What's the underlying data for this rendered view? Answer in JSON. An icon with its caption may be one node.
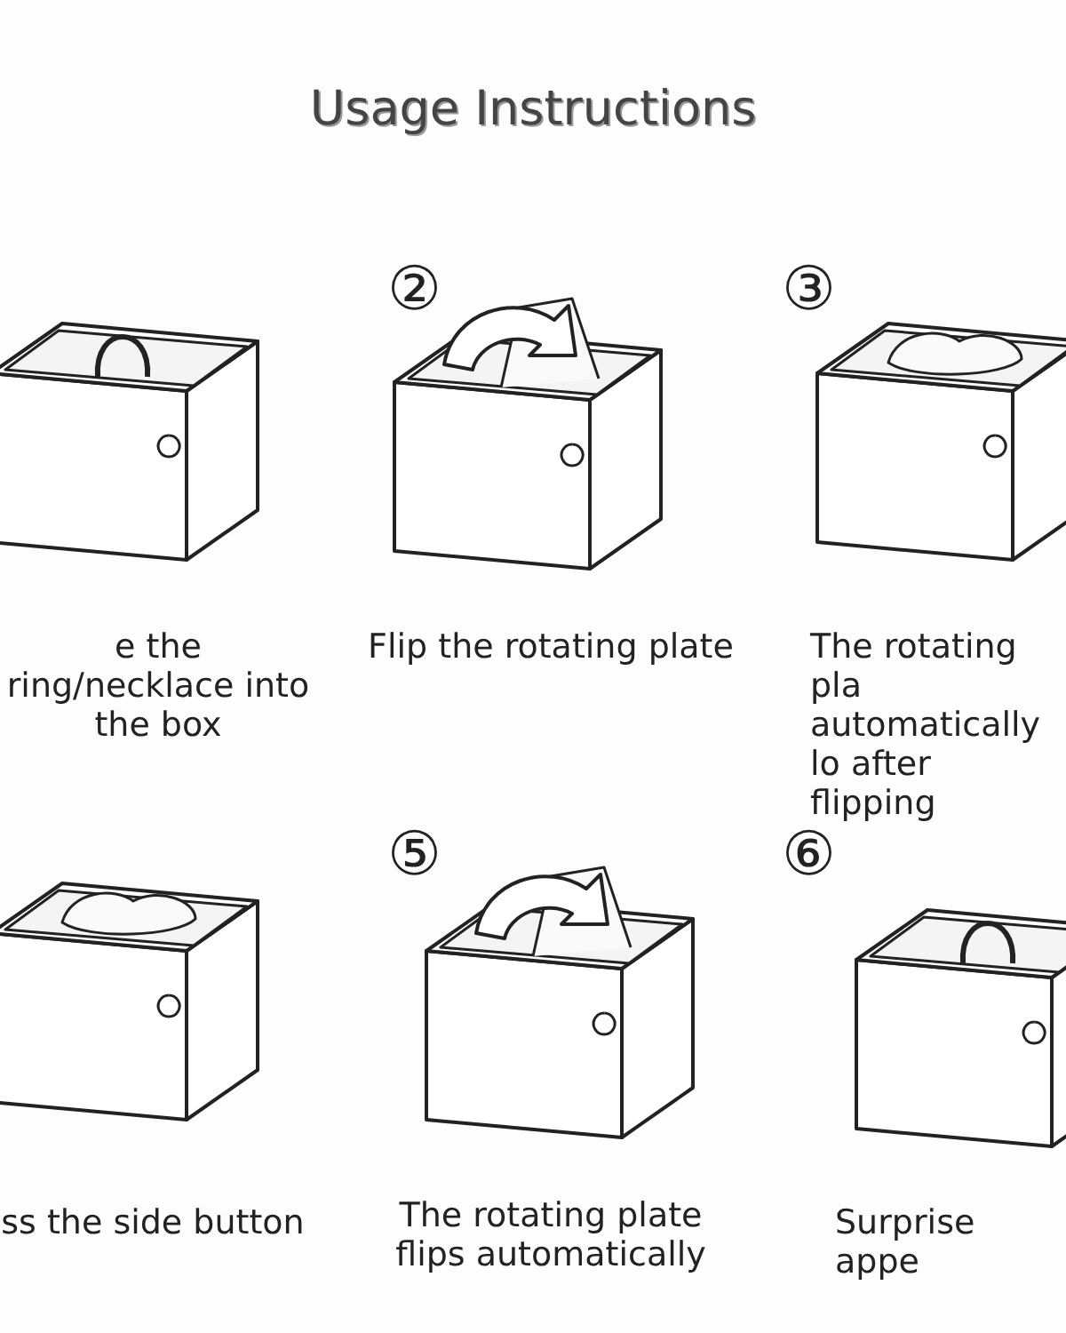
{
  "diagram": {
    "title": "Usage Instructions",
    "labels": [
      "②",
      "③",
      "e the ring/necklace into the box",
      "Flip the rotating plate",
      "The rotating pla automatically lo after flipping",
      "⑤",
      "⑥",
      "ss the side button",
      "The rotating plate flips automatically",
      "Surprise appe"
    ]
  }
}
